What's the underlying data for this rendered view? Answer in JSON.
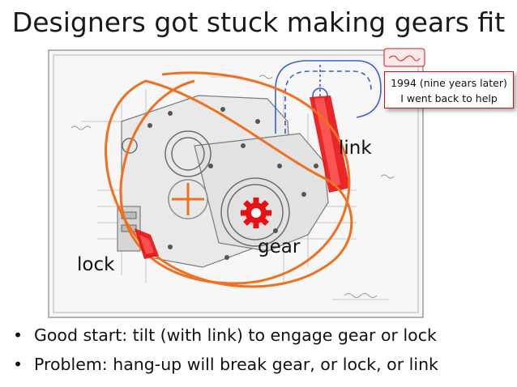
{
  "slide": {
    "title": "Designers got stuck making gears fit",
    "labels": {
      "link": "link",
      "gear": "gear",
      "lock": "lock"
    },
    "note": {
      "line1": "1994 (nine years later)",
      "line2": "I went back to help"
    },
    "bullets": [
      "Good start: tilt (with link) to engage gear or lock",
      "Problem: hang-up will break gear, or lock, or link"
    ],
    "colors": {
      "accent_orange": "#f07020",
      "accent_red": "#e81010",
      "sketch_blue": "#3a5fd0",
      "drawing_gray": "#8a8a8a"
    }
  }
}
